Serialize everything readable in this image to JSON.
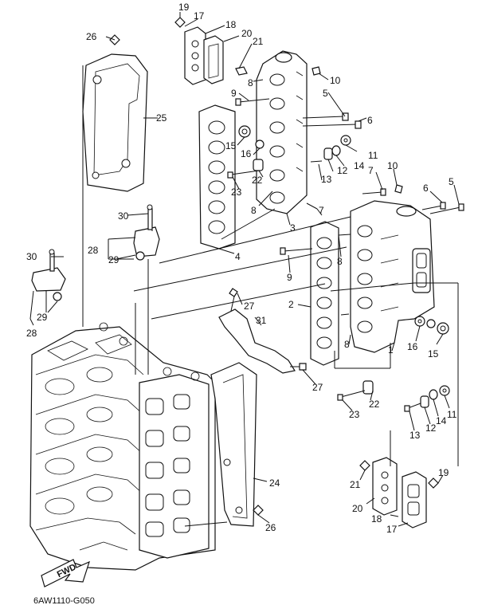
{
  "diagram": {
    "code": "6AW1110-G050",
    "fwd_label": "FWD",
    "callouts": [
      {
        "id": "c19a",
        "text": "19"
      },
      {
        "id": "c17a",
        "text": "17"
      },
      {
        "id": "c18a",
        "text": "18"
      },
      {
        "id": "c20a",
        "text": "20"
      },
      {
        "id": "c21a",
        "text": "21"
      },
      {
        "id": "c26a",
        "text": "26"
      },
      {
        "id": "c8a",
        "text": "8"
      },
      {
        "id": "c10a",
        "text": "10"
      },
      {
        "id": "c9a",
        "text": "9"
      },
      {
        "id": "c5a",
        "text": "5"
      },
      {
        "id": "c6a",
        "text": "6"
      },
      {
        "id": "c25",
        "text": "25"
      },
      {
        "id": "c15a",
        "text": "15"
      },
      {
        "id": "c16a",
        "text": "16"
      },
      {
        "id": "c11a",
        "text": "11"
      },
      {
        "id": "c14a",
        "text": "14"
      },
      {
        "id": "c12a",
        "text": "12"
      },
      {
        "id": "c13a",
        "text": "13"
      },
      {
        "id": "c7a",
        "text": "7"
      },
      {
        "id": "c10b",
        "text": "10"
      },
      {
        "id": "c23a",
        "text": "23"
      },
      {
        "id": "c22a",
        "text": "22"
      },
      {
        "id": "c8b",
        "text": "8"
      },
      {
        "id": "c7b",
        "text": "7"
      },
      {
        "id": "c6b",
        "text": "6"
      },
      {
        "id": "c5b",
        "text": "5"
      },
      {
        "id": "c30a",
        "text": "30"
      },
      {
        "id": "c3",
        "text": "3"
      },
      {
        "id": "c28a",
        "text": "28"
      },
      {
        "id": "c29a",
        "text": "29"
      },
      {
        "id": "c4",
        "text": "4"
      },
      {
        "id": "c8c",
        "text": "8"
      },
      {
        "id": "c30b",
        "text": "30"
      },
      {
        "id": "c9b",
        "text": "9"
      },
      {
        "id": "c29b",
        "text": "29"
      },
      {
        "id": "c28b",
        "text": "28"
      },
      {
        "id": "c27a",
        "text": "27"
      },
      {
        "id": "c2",
        "text": "2"
      },
      {
        "id": "c31",
        "text": "31"
      },
      {
        "id": "c8d",
        "text": "8"
      },
      {
        "id": "c1",
        "text": "1"
      },
      {
        "id": "c16b",
        "text": "16"
      },
      {
        "id": "c15b",
        "text": "15"
      },
      {
        "id": "c27b",
        "text": "27"
      },
      {
        "id": "c22b",
        "text": "22"
      },
      {
        "id": "c23b",
        "text": "23"
      },
      {
        "id": "c11b",
        "text": "11"
      },
      {
        "id": "c14b",
        "text": "14"
      },
      {
        "id": "c12b",
        "text": "12"
      },
      {
        "id": "c13b",
        "text": "13"
      },
      {
        "id": "c24",
        "text": "24"
      },
      {
        "id": "c19b",
        "text": "19"
      },
      {
        "id": "c21b",
        "text": "21"
      },
      {
        "id": "c20b",
        "text": "20"
      },
      {
        "id": "c18b",
        "text": "18"
      },
      {
        "id": "c26b",
        "text": "26"
      },
      {
        "id": "c17b",
        "text": "17"
      }
    ]
  },
  "colors": {
    "ink": "#111111",
    "paper": "#ffffff"
  },
  "icons": [
    "fwd-arrow-icon"
  ]
}
